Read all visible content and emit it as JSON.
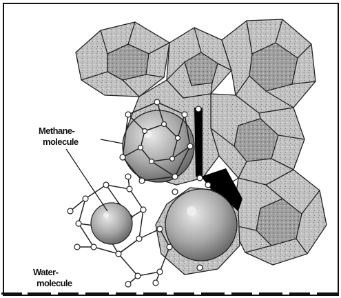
{
  "figure": {
    "labels": {
      "methane_line1": "Methane-",
      "methane_line2": "molecule",
      "water_line1": "Water-",
      "water_line2": "molecule"
    },
    "colors": {
      "frame": "#111111",
      "cage_fill": "#bdbdbd",
      "cage_edge": "#222222",
      "molecule_fill": "#a9a9a9",
      "bond_dark": "#000000"
    },
    "icons": [
      "methane-molecule-icon",
      "water-molecule-icon"
    ]
  }
}
